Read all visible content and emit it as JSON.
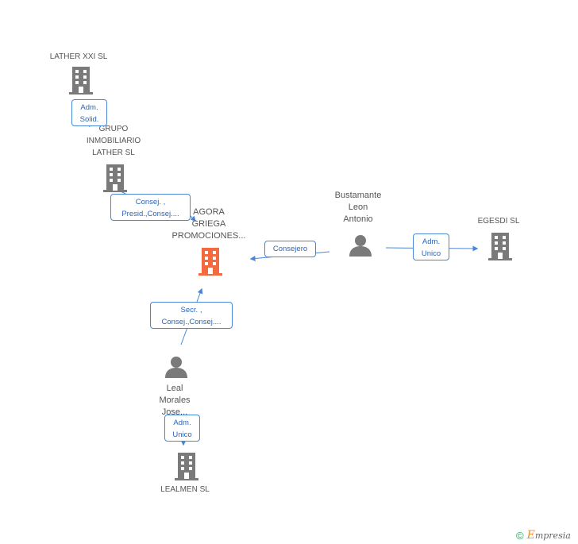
{
  "nodes": {
    "lather_xxi": "LATHER XXI SL",
    "grupo": "GRUPO\nINMOBILIARIO\nLATHER SL",
    "agora": "AGORA\nGRIEGA\nPROMOCIONES...",
    "bustamante": "Bustamante\nLeon\nAntonio",
    "egesdi": "EGESDI SL",
    "leal": "Leal\nMorales\nJose...",
    "lealmen": "LEALMEN SL"
  },
  "edges": {
    "adm_solid": "Adm.\nSolid.",
    "consej_presid": "Consej. ,\nPresid.,Consej....",
    "consejero": "Consejero",
    "adm_unico_egesdi": "Adm.\nUnico",
    "secr_consej": "Secr. ,\nConsej.,Consej....",
    "adm_unico_lealmen": "Adm.\nUnico"
  },
  "colors": {
    "building": "#7a7a7a",
    "focus_building": "#f26a3d",
    "person": "#7a7a7a",
    "edge": "#4a86d8",
    "label": "#555555"
  },
  "icons": {
    "company": "building-icon",
    "focus": "building-icon-highlighted",
    "person": "person-icon"
  },
  "brand": {
    "symbol": "©",
    "initial": "E",
    "rest": "mpresia"
  }
}
